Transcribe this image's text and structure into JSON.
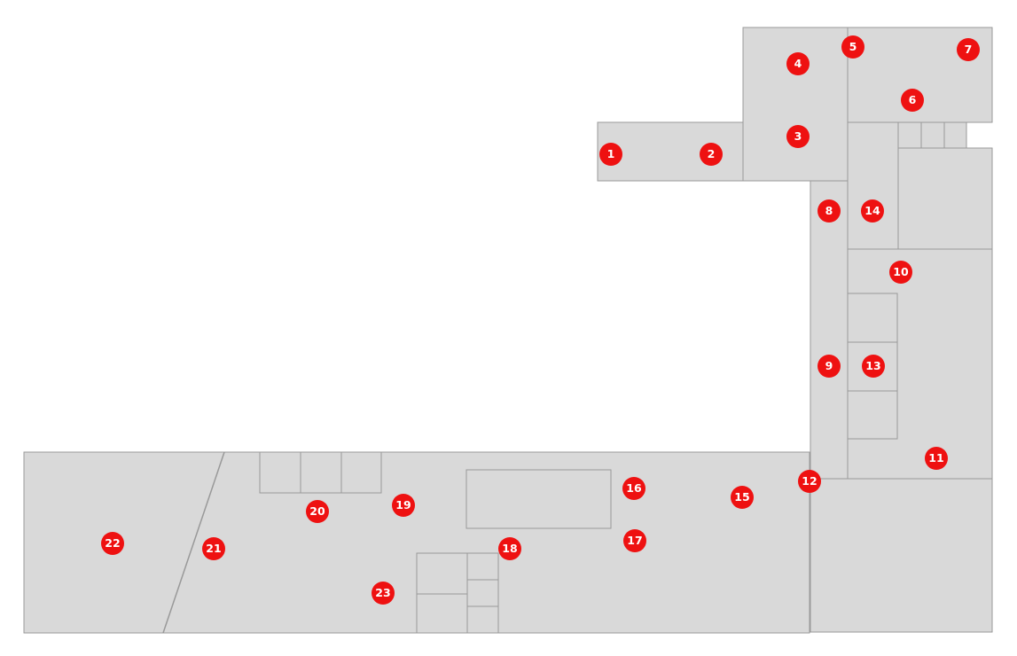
{
  "colors": {
    "room_fill": "#d9d9d9",
    "wall_stroke": "#999999",
    "marker_fill": "#ee1111",
    "marker_text": "#ffffff"
  },
  "markers": [
    {
      "id": "1",
      "label": "1"
    },
    {
      "id": "2",
      "label": "2"
    },
    {
      "id": "3",
      "label": "3"
    },
    {
      "id": "4",
      "label": "4"
    },
    {
      "id": "5",
      "label": "5"
    },
    {
      "id": "6",
      "label": "6"
    },
    {
      "id": "7",
      "label": "7"
    },
    {
      "id": "8",
      "label": "8"
    },
    {
      "id": "9",
      "label": "9"
    },
    {
      "id": "10",
      "label": "10"
    },
    {
      "id": "11",
      "label": "11"
    },
    {
      "id": "12",
      "label": "12"
    },
    {
      "id": "13",
      "label": "13"
    },
    {
      "id": "14",
      "label": "14"
    },
    {
      "id": "15",
      "label": "15"
    },
    {
      "id": "16",
      "label": "16"
    },
    {
      "id": "17",
      "label": "17"
    },
    {
      "id": "18",
      "label": "18"
    },
    {
      "id": "19",
      "label": "19"
    },
    {
      "id": "20",
      "label": "20"
    },
    {
      "id": "21",
      "label": "21"
    },
    {
      "id": "22",
      "label": "22"
    },
    {
      "id": "23",
      "label": "23"
    }
  ]
}
